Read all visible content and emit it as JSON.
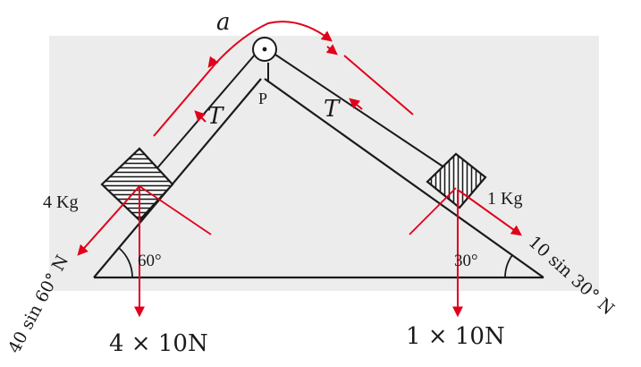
{
  "diagram": {
    "accel_label": "a",
    "pulley_label": "P",
    "tension_left": "T",
    "tension_right": "T",
    "mass_left": "4 Kg",
    "mass_right": "1 Kg",
    "angle_left": "60°",
    "angle_right": "30°",
    "weight_left": "4 × 10N",
    "weight_right": "1 × 10N",
    "component_left": "40 sin 60° N",
    "component_right": "10 sin 30° N",
    "colors": {
      "force": "#e0001b",
      "line": "#1a1a1a",
      "panel": "#ececec"
    }
  }
}
